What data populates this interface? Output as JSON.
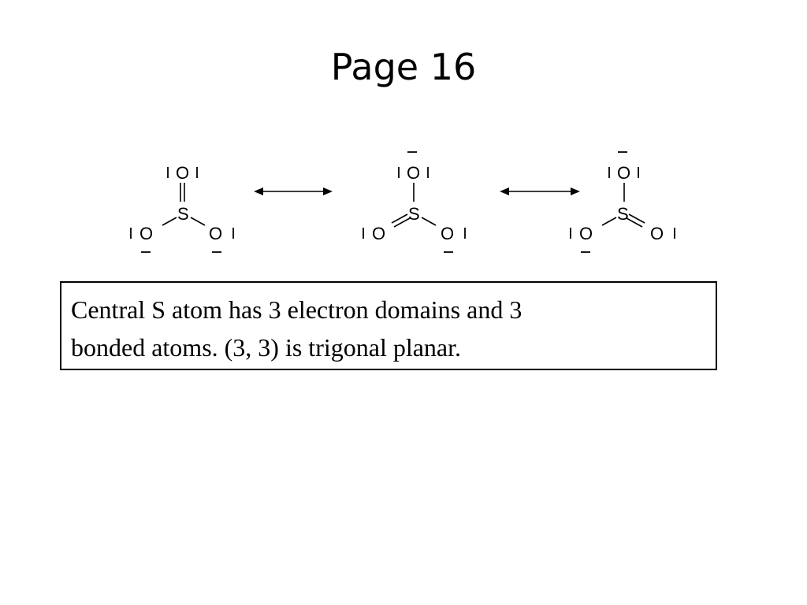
{
  "slide": {
    "title": "Page 16"
  },
  "diagram": {
    "structures": [
      {
        "center": "S",
        "top": "O",
        "left": "O",
        "right": "O",
        "double_bond": "top"
      },
      {
        "center": "S",
        "top": "O",
        "left": "O",
        "right": "O",
        "double_bond": "left"
      },
      {
        "center": "S",
        "top": "O",
        "left": "O",
        "right": "O",
        "double_bond": "right"
      }
    ],
    "arrow_type": "resonance"
  },
  "textbox": {
    "line1": "Central S atom has 3 electron domains and 3",
    "line2": "bonded atoms.  (3, 3) is trigonal planar."
  }
}
